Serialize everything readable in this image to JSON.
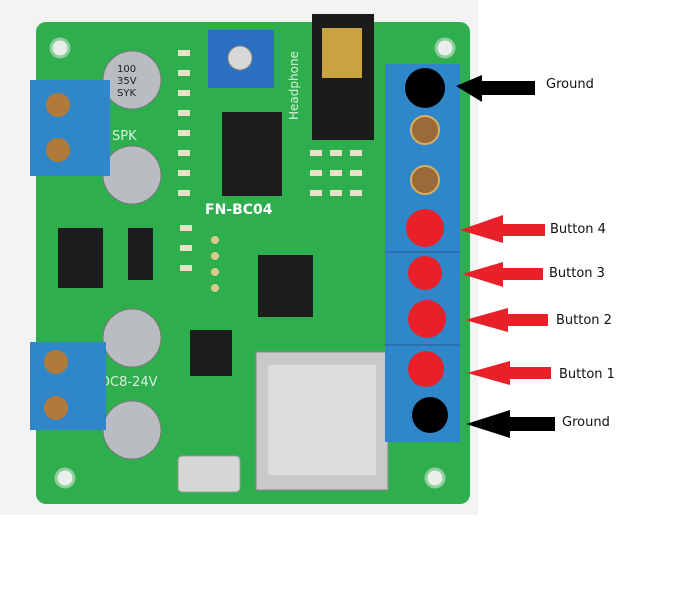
{
  "board": {
    "model": "FN-BC04",
    "speaker_label": "SPK",
    "power_label": "DC8-24V",
    "headphone_label": "Headphone",
    "capacitor_text": [
      "100",
      "35V",
      "SYK"
    ]
  },
  "annotations": [
    {
      "label": "Ground",
      "color": "#000000"
    },
    {
      "label": "Button 4",
      "color": "#e8202a"
    },
    {
      "label": "Button 3",
      "color": "#e8202a"
    },
    {
      "label": "Button 2",
      "color": "#e8202a"
    },
    {
      "label": "Button 1",
      "color": "#e8202a"
    },
    {
      "label": "Ground",
      "color": "#000000"
    }
  ],
  "colors": {
    "pcb": "#2fae4e",
    "terminal": "#2f86c8",
    "marker_red": "#e8202a",
    "marker_black": "#000000"
  }
}
